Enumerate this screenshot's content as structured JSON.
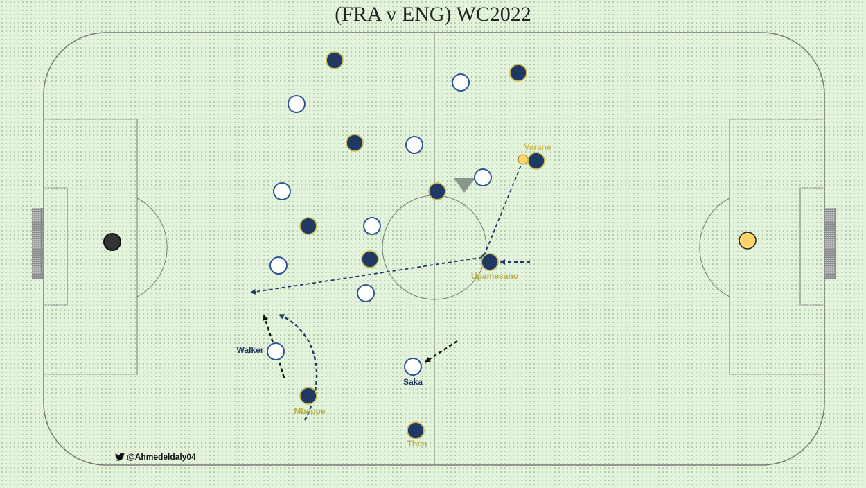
{
  "title": "(FRA v ENG) WC2022",
  "credit": "@Ahmedeldaly04",
  "colors": {
    "france": "#1f3864",
    "england": "#ffffff",
    "england_outline": "#2f5597",
    "france_outline": "#c9bd5a",
    "label_gold": "#b8ae4a",
    "label_navy": "#1f3864",
    "ball": "#ffd56b",
    "pitch_line": "#777777"
  },
  "labels": {
    "varane": "Varane",
    "upamecano": "Upamecano",
    "walker": "Walker",
    "mbappe": "Mbappe",
    "saka": "Saka",
    "theo": "Theo"
  },
  "icons": {
    "twitter": "twitter-icon",
    "direction": "triangle-down-icon"
  }
}
